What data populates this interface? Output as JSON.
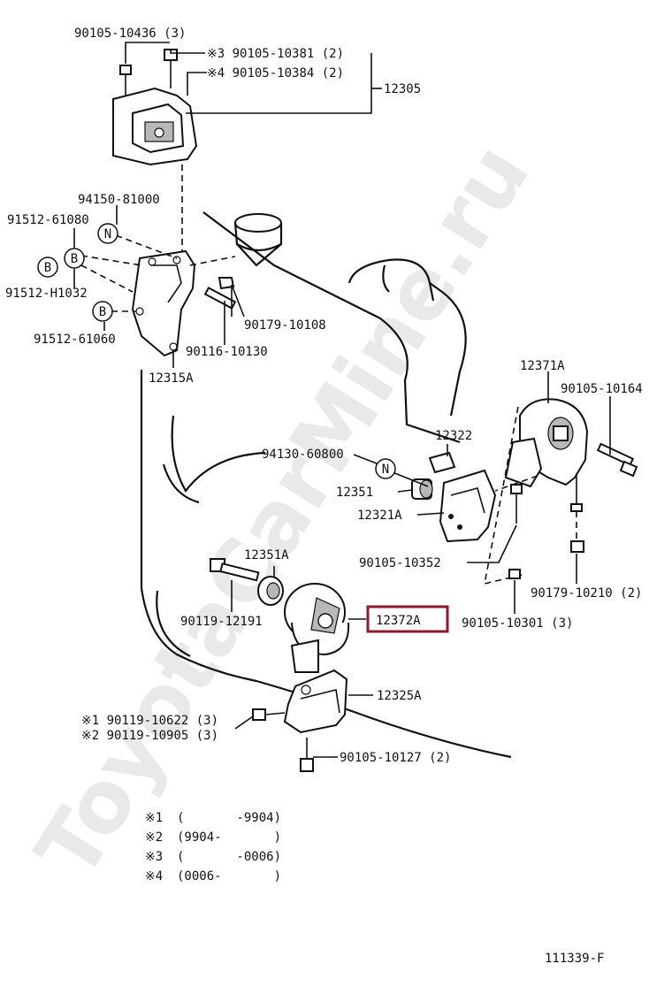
{
  "diagram_id": "111339-F",
  "watermark": "ToyotaCarMine.ru",
  "highlight_color": "#8b1a2b",
  "callouts": {
    "p90105_10436": "90105-10436 (3)",
    "p90105_10381": "※3 90105-10381 (2)",
    "p90105_10384": "※4 90105-10384 (2)",
    "p12305": "12305",
    "p94150_81000": "94150-81000",
    "p91512_61080": "91512-61080",
    "p91512_H1032": "91512-H1032",
    "p91512_61060": "91512-61060",
    "p90179_10108": "90179-10108",
    "p90116_10130": "90116-10130",
    "p12315A": "12315A",
    "p12371A": "12371A",
    "p90105_10164": "90105-10164",
    "p12322": "12322",
    "p94130_60800": "94130-60800",
    "p12351": "12351",
    "p12321A": "12321A",
    "p90105_10352": "90105-10352",
    "p90179_10210": "90179-10210 (2)",
    "p12351A": "12351A",
    "p90119_12191": "90119-12191",
    "p12372A": "12372A",
    "p90105_10301": "90105-10301 (3)",
    "p12325A": "12325A",
    "p90119_10622": "※1 90119-10622 (3)",
    "p90119_10905": "※2 90119-10905 (3)",
    "p90105_10127": "90105-10127 (2)"
  },
  "symbols": {
    "N": "N",
    "B": "B"
  },
  "notes": [
    {
      "mark": "※1",
      "range": "(       -9904)"
    },
    {
      "mark": "※2",
      "range": "(9904-       )"
    },
    {
      "mark": "※3",
      "range": "(       -0006)"
    },
    {
      "mark": "※4",
      "range": "(0006-       )"
    }
  ]
}
